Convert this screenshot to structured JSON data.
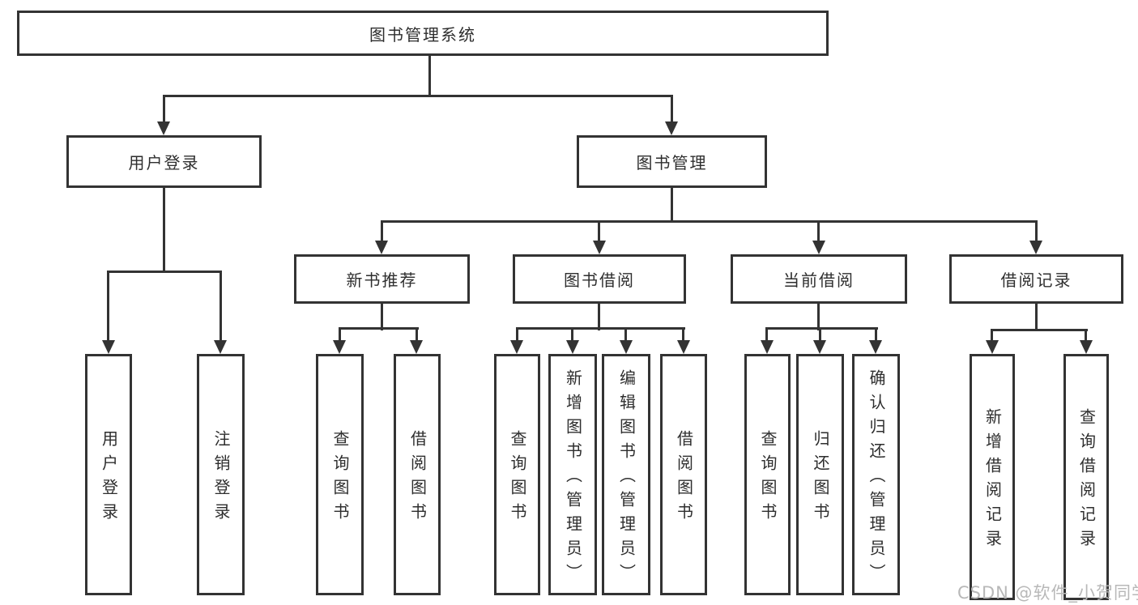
{
  "diagram": {
    "title": "图书管理系统",
    "branches": [
      {
        "label": "用户登录",
        "children": [
          "用户登录",
          "注销登录"
        ]
      },
      {
        "label": "图书管理",
        "children": [
          {
            "label": "新书推荐",
            "children": [
              "查询图书",
              "借阅图书"
            ]
          },
          {
            "label": "图书借阅",
            "children": [
              "查询图书",
              "新增图书（管理员）",
              "编辑图书（管理员）",
              "借阅图书"
            ]
          },
          {
            "label": "当前借阅",
            "children": [
              "查询图书",
              "归还图书",
              "确认归还（管理员）"
            ]
          },
          {
            "label": "借阅记录",
            "children": [
              "新增借阅记录",
              "查询借阅记录"
            ]
          }
        ]
      }
    ]
  },
  "watermark": {
    "text": "CSDN @软件_小贺同学"
  },
  "colors": {
    "line": "#333333",
    "text": "#2e2e2e",
    "watermark": "#b8b8b8",
    "background": "#ffffff"
  }
}
